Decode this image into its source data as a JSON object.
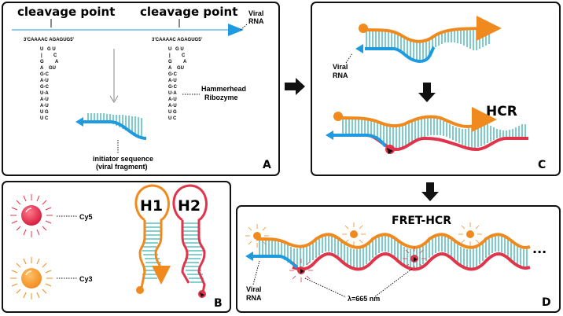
{
  "panel_a": {
    "letter": "A",
    "cleavage_label_1": "cleavage point",
    "cleavage_label_2": "cleavage point",
    "viral_rna_line1": "Viral",
    "viral_rna_line2": "RNA",
    "seq_top_1": "3'CAAAAC  AGAGUG5'",
    "seq_top_2": "3'CAAAAC  AGAGUG5'",
    "hammerhead_line1": "Hammerhead",
    "hammerhead_line2": "Ribozyme",
    "initiator_line1": "initiator sequence",
    "initiator_line2": "(viral fragment)"
  },
  "panel_b": {
    "letter": "B",
    "cy5": "Cy5",
    "cy3": "Cy3",
    "h1": "H1",
    "h2": "H2"
  },
  "panel_c": {
    "letter": "C",
    "viral_rna_line1": "Viral",
    "viral_rna_line2": "RNA",
    "hcr": "HCR"
  },
  "panel_d": {
    "letter": "D",
    "title": "FRET-HCR",
    "viral_rna_line1": "Viral",
    "viral_rna_line2": "RNA",
    "wavelength": "λ=665 nm",
    "ellipsis": "..."
  },
  "colors": {
    "orange": "#F08A1E",
    "red": "#E0344A",
    "blue": "#1E9BE0",
    "teal": "#5BC0BE",
    "black": "#111111"
  }
}
